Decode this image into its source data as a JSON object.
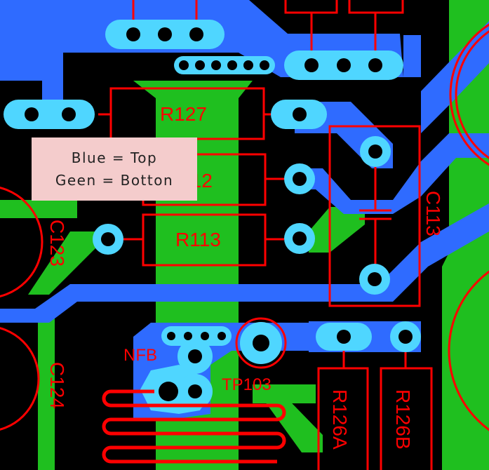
{
  "legend": {
    "line1": "Blue = Top",
    "line2": "Geen = Botton"
  },
  "colors": {
    "background": "#000000",
    "top_copper": "#2f6bff",
    "bottom_copper": "#1fbf1f",
    "pad": "#4fd6ff",
    "silkscreen": "#ff0000"
  },
  "labels": {
    "r127": "R127",
    "r112": "R112",
    "r113": "R113",
    "c113": "C113",
    "c123": "C123",
    "c124": "C124",
    "nfb": "NFB",
    "tp103": "TP103",
    "r126a": "R126A",
    "r126b": "R126B"
  }
}
